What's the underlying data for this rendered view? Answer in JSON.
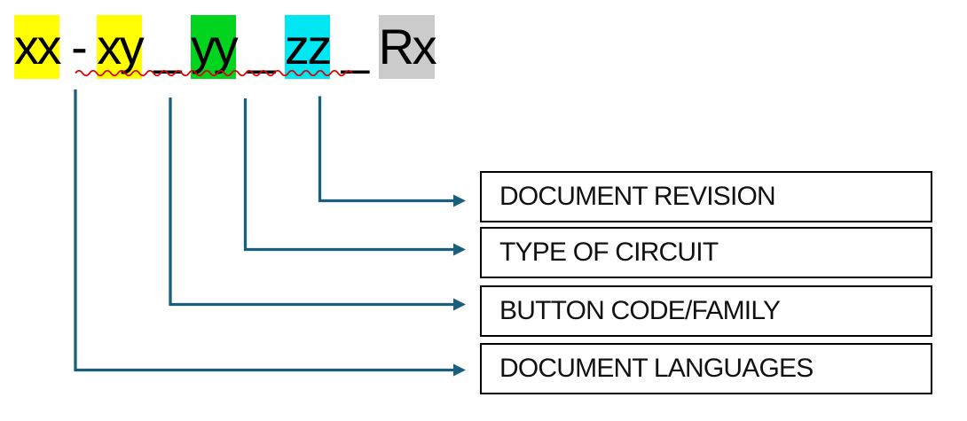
{
  "part_code": {
    "segments": [
      {
        "text": "xx",
        "highlight": "yellow"
      },
      {
        "text": "-",
        "highlight": "none"
      },
      {
        "text": "xy",
        "highlight": "yellow"
      },
      {
        "text": "_",
        "highlight": "none"
      },
      {
        "text": "yy",
        "highlight": "green"
      },
      {
        "text": "_",
        "highlight": "none"
      },
      {
        "text": "zz",
        "highlight": "cyan"
      },
      {
        "text": "_",
        "highlight": "none"
      },
      {
        "text": "Rx",
        "highlight": "gray"
      }
    ],
    "highlight_colors": {
      "yellow": "#FFFF00",
      "green": "#00D41F",
      "cyan": "#00E6F2",
      "gray": "#CBCBCB",
      "none": "transparent"
    },
    "spellcheck_squiggle_under": "xy_yy_zz_Rx"
  },
  "callouts": [
    {
      "label": "DOCUMENT REVISION"
    },
    {
      "label": "TYPE OF CIRCUIT"
    },
    {
      "label": "BUTTON CODE/FAMILY"
    },
    {
      "label": "DOCUMENT LANGUAGES"
    }
  ],
  "connections": [
    {
      "from_segment": "Rx",
      "to_label": "DOCUMENT REVISION"
    },
    {
      "from_segment": "zz",
      "to_label": "TYPE OF CIRCUIT"
    },
    {
      "from_segment": "yy",
      "to_label": "BUTTON CODE/FAMILY"
    },
    {
      "from_segment": "xx-xy",
      "to_label": "DOCUMENT LANGUAGES"
    }
  ],
  "colors": {
    "arrow": "#1B5F7E",
    "squiggle": "#DC0000",
    "box_border": "#000000",
    "text": "#000000"
  }
}
